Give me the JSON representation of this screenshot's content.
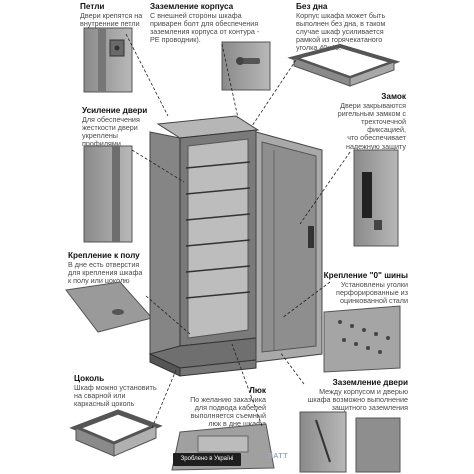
{
  "callouts": [
    {
      "title": "Петли",
      "text": "Двери крепятся на\nвнутренние петли"
    },
    {
      "title": "Заземление корпуса",
      "text": "С внешней стороны шкафа\nприварен болт для обеспечения\nзаземления корпуса от контура -\nPE проводник)."
    },
    {
      "title": "Без дна",
      "text": "Корпус шкафа может быть\nвыполнен без дна, в таком\nслучае шкаф усиливается\nрамкой из горячекатаного\nуголка 40х40."
    },
    {
      "title": "Усиление двери",
      "text": "Для обеспечения\nжесткости двери\nукреплены\nпрофилями"
    },
    {
      "title": "Замок",
      "text": "Двери закрываются\nригельным замком с\nтрехточечной\nфиксацией,\nчто обеспечивает\nнадежную защиту"
    },
    {
      "title": "Крепление к полу",
      "text": "В дне есть отверстия\nдля крепления шкафа\nк полу или цоколю"
    },
    {
      "title": "Крепление \"0\" шины",
      "text": "Установлены уголки\nперфорированные из\nоцинкованной стали"
    },
    {
      "title": "Цоколь",
      "text": "Шкаф можно установить\nна сварной или\nкаркасный цоколь"
    },
    {
      "title": "Люк",
      "text": "По желанию заказчика\nдля подвода кабелей\nвыполняется съемный\nлюк в дне шкафа"
    },
    {
      "title": "Заземление двери",
      "text": "Между корпусом и дверью\nшкафа возможно выполнение\nзащитного заземления"
    }
  ],
  "badge": "Зроблено в Україні",
  "logo": "ВАТТ",
  "colors": {
    "metal": "#9a9a9a",
    "metal_dark": "#6f6f6f",
    "metal_light": "#c4c4c4",
    "line": "#222222"
  }
}
